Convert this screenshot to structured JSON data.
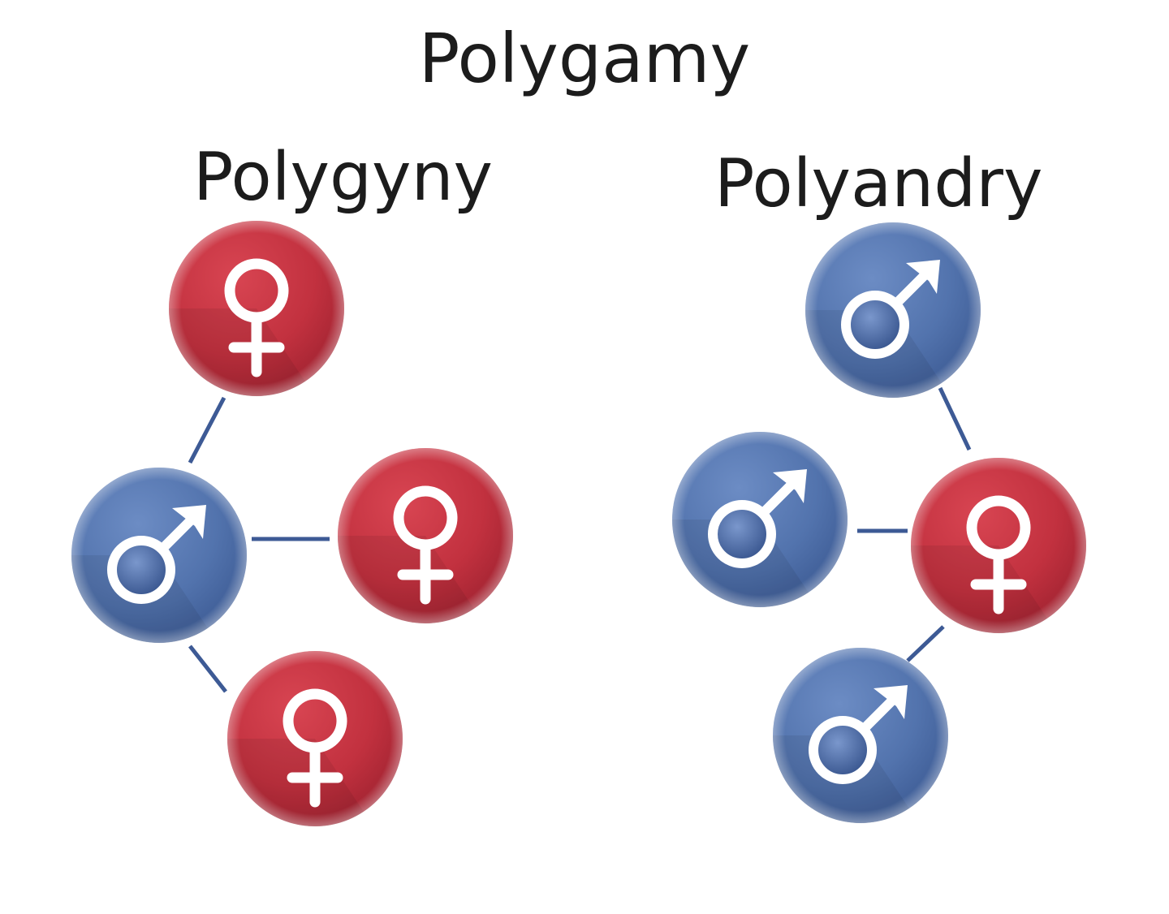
{
  "title": "Polygamy",
  "groups": [
    {
      "label": "Polygyny"
    },
    {
      "label": "Polyandry"
    }
  ],
  "colors": {
    "female": "#c0313f",
    "male": "#4f6fa8",
    "connector": "#3d5a95",
    "symbol": "#ffffff"
  },
  "icons": {
    "female": "venus-symbol-icon",
    "male": "mars-symbol-icon"
  }
}
